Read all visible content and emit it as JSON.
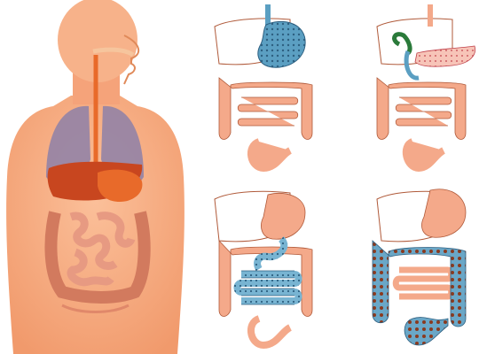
{
  "figure": {
    "body_panel": {
      "subject": "human-torso-digestive-system",
      "organs": [
        "esophagus",
        "lungs",
        "liver",
        "stomach",
        "small-intestine",
        "large-intestine"
      ]
    },
    "panels": [
      {
        "highlight": "stomach",
        "pattern": "blue-dotted"
      },
      {
        "highlight": "pancreas-and-gallbladder",
        "pattern": "pink-dotted"
      },
      {
        "highlight": "small-intestine",
        "pattern": "blue-dotted"
      },
      {
        "highlight": "large-intestine",
        "pattern": "blue-brown-dotted"
      }
    ],
    "colors": {
      "skin": "#f5a77a",
      "skin_light": "#fbc7a4",
      "organ_base": "#f4a98a",
      "outline": "#b05a3a",
      "highlight_blue": "#5b9fc2",
      "highlight_dot": "#2d5f80",
      "pancreas": "#f7c4b8",
      "colon_dot": "#8a3a1f",
      "lung": "#8b7aa8",
      "liver": "#c5441f"
    }
  }
}
